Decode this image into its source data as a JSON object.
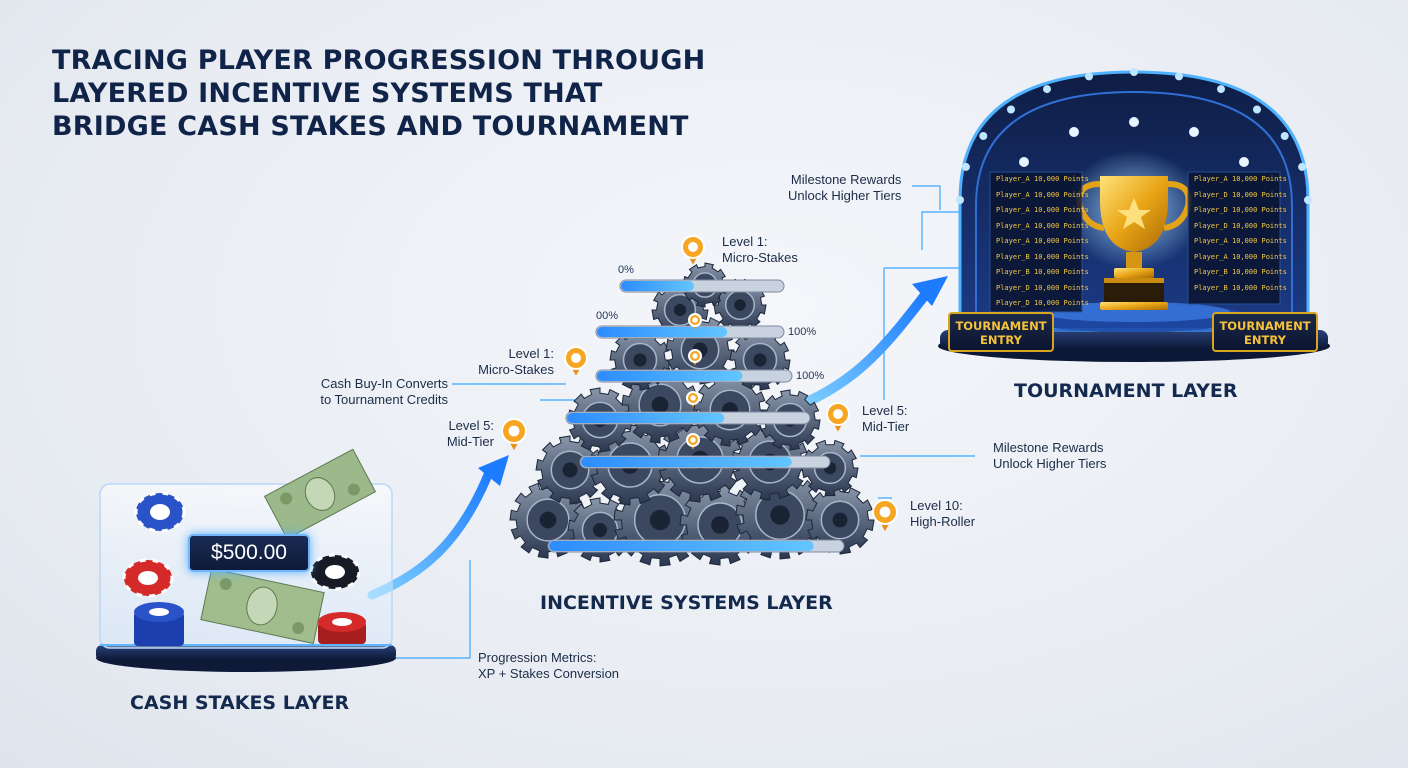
{
  "title": {
    "line1": "TRACING PLAYER PROGRESSION THROUGH",
    "line2": "LAYERED INCENTIVE SYSTEMS THAT",
    "line3": "BRIDGE CASH STAKES AND TOURNAMENT"
  },
  "layers": {
    "cash": "CASH STAKES LAYER",
    "incentive": "INCENTIVE SYSTEMS LAYER",
    "tournament": "TOURNAMENT LAYER"
  },
  "cash": {
    "amount": "$500.00"
  },
  "tournament": {
    "entry_left": {
      "line1": "TOURNAMENT",
      "line2": "ENTRY"
    },
    "entry_right": {
      "line1": "TOURNAMENT",
      "line2": "ENTRY"
    },
    "leaderboard_left": [
      {
        "player": "Player_A",
        "score": "10,000 Points"
      },
      {
        "player": "Player_A",
        "score": "10,000 Points"
      },
      {
        "player": "Player_A",
        "score": "10,000 Points"
      },
      {
        "player": "Player_A",
        "score": "10,000 Points"
      },
      {
        "player": "Player_A",
        "score": "10,000 Points"
      },
      {
        "player": "Player_B",
        "score": "10,000 Points"
      },
      {
        "player": "Player_B",
        "score": "10,000 Points"
      },
      {
        "player": "Player_D",
        "score": "10,000 Points"
      },
      {
        "player": "Player_D",
        "score": "10,000 Points"
      }
    ],
    "leaderboard_right": [
      {
        "player": "Player_A",
        "score": "10,000 Points"
      },
      {
        "player": "Player_D",
        "score": "10,000 Points"
      },
      {
        "player": "Player_D",
        "score": "10,000 Points"
      },
      {
        "player": "Player_D",
        "score": "10,000 Points"
      },
      {
        "player": "Player_A",
        "score": "10,000 Points"
      },
      {
        "player": "Player_A",
        "score": "10,000 Points"
      },
      {
        "player": "Player_B",
        "score": "10,000 Points"
      },
      {
        "player": "Player_B",
        "score": "10,000 Points"
      }
    ]
  },
  "annotations": {
    "milestone_top": {
      "line1": "Milestone Rewards",
      "line2": "Unlock Higher Tiers"
    },
    "level1_top": {
      "line1": "Level 1:",
      "line2": "Micro-Stakes"
    },
    "level1_left": {
      "line1": "Level 1:",
      "line2": "Micro-Stakes"
    },
    "cash_buyin": {
      "line1": "Cash Buy-In Converts",
      "line2": "to Tournament Credits"
    },
    "level5_left": {
      "line1": "Level 5:",
      "line2": "Mid-Tier"
    },
    "level5_right": {
      "line1": "Level 5:",
      "line2": "Mid-Tier"
    },
    "milestone_right": {
      "line1": "Milestone Rewards",
      "line2": "Unlock Higher Tiers"
    },
    "level10": {
      "line1": "Level 10:",
      "line2": "High-Roller"
    },
    "progression": {
      "line1": "Progression Metrics:",
      "line2": "XP + Stakes Conversion"
    }
  },
  "progress_labels": {
    "p0": "0%",
    "p00": "00%",
    "p100a": "100%",
    "p100b": "100%"
  },
  "progress_bars": [
    {
      "fill": 0.45
    },
    {
      "fill": 0.7
    },
    {
      "fill": 0.75
    },
    {
      "fill": 0.65
    },
    {
      "fill": 0.85
    },
    {
      "fill": 0.9
    }
  ],
  "colors": {
    "accent": "#1e90ff",
    "gold": "#f0b323",
    "marker": "#f6a623",
    "navy": "#102348"
  }
}
